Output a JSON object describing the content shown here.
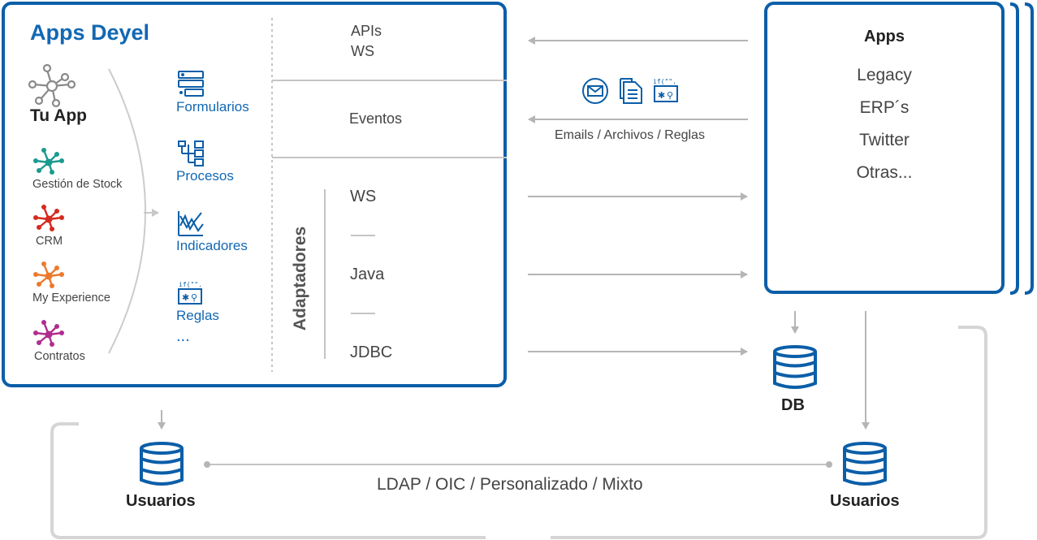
{
  "left_panel": {
    "title": "Apps Deyel",
    "tu_app": "Tu App",
    "apps": [
      {
        "label": "Gestión de Stock",
        "color": "#1b9a8f"
      },
      {
        "label": "CRM",
        "color": "#d62a1f"
      },
      {
        "label": "My Experience",
        "color": "#ec7a2b"
      },
      {
        "label": "Contratos",
        "color": "#b02d8f"
      }
    ],
    "features": [
      "Formularios",
      "Procesos",
      "Indicadores",
      "Reglas"
    ],
    "features_more": "...",
    "apis": "APIs",
    "ws_top": "WS",
    "eventos": "Eventos",
    "adaptadores": "Adaptadores",
    "adapters": [
      "WS",
      "Java",
      "JDBC"
    ],
    "adapter_separator": "—"
  },
  "middle": {
    "channel_label": "Emails / Archivos / Reglas",
    "rule_icon_text": "if(\"\"."
  },
  "right_panel": {
    "title": "Apps",
    "items": [
      "Legacy",
      "ERP´s",
      "Twitter",
      "Otras..."
    ]
  },
  "databases": {
    "db": "DB",
    "usuarios_left": "Usuarios",
    "usuarios_right": "Usuarios"
  },
  "auth_label": "LDAP / OIC / Personalizado / Mixto",
  "colors": {
    "brand": "#0b5ea8",
    "line": "#bbbbbb",
    "text": "#444444"
  }
}
